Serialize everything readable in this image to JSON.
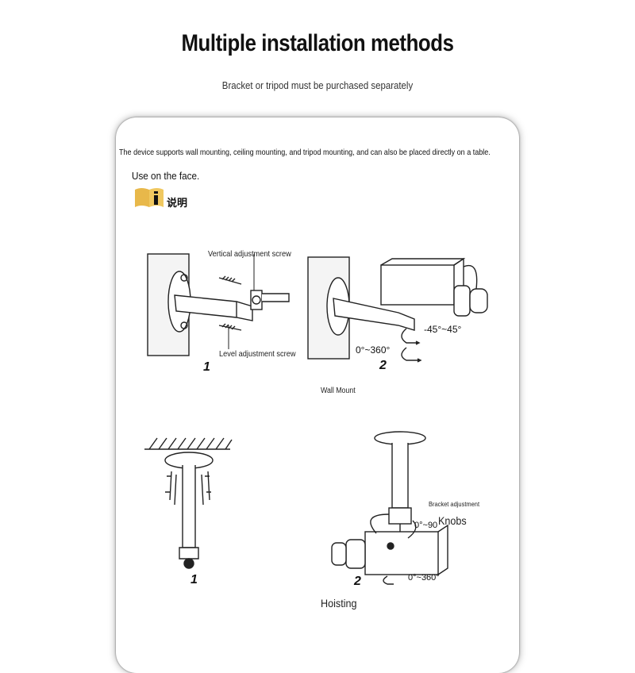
{
  "header": {
    "title": "Multiple installation methods",
    "subtitle": "Bracket or tripod must be purchased separately"
  },
  "card": {
    "description": "The device supports wall mounting, ceiling mounting, and tripod mounting, and can also be placed directly on a table.",
    "use_on_face": "Use on the face.",
    "note_label": "说明",
    "note_icon_glyph": "i"
  },
  "wall_mount": {
    "caption": "Wall Mount",
    "vertical_screw_label": "Vertical adjustment screw",
    "level_screw_label": "Level adjustment screw",
    "step1": "1",
    "step2": "2",
    "rotation_label": "0°~360°",
    "tilt_label": "-45°~45°"
  },
  "hoisting": {
    "caption": "Hoisting",
    "bracket_adjustment_label": "Bracket adjustment",
    "knobs_label": "Knobs",
    "step1": "1",
    "step2": "2",
    "tilt_label": "0°~90",
    "rotation_label": "0°~360°"
  },
  "colors": {
    "icon_yellow": "#e8b84a",
    "line": "#222222"
  }
}
